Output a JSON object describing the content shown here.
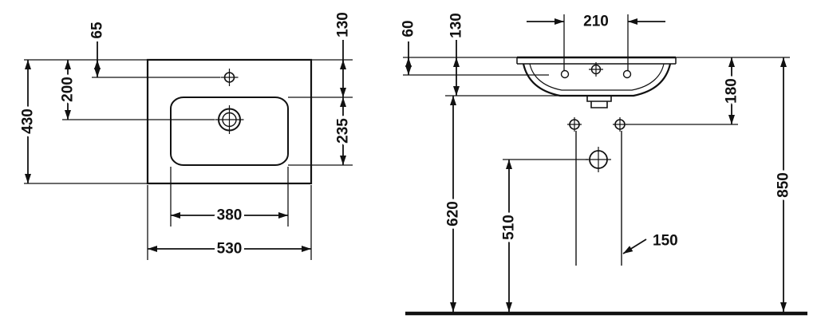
{
  "drawing": {
    "kind": "washbasin-technical-drawing",
    "colors": {
      "line": "#111111",
      "background": "#ffffff"
    }
  },
  "top_view": {
    "dims": {
      "overall_depth": "430",
      "tap_hole_offset": "65",
      "drain_center_offset": "200",
      "bowl_back_offset": "130",
      "bowl_depth": "235",
      "bowl_width": "380",
      "overall_width": "530"
    }
  },
  "front_view": {
    "dims": {
      "rim_edge_height": "60",
      "basin_body_height": "130",
      "tap_hole_spacing": "210",
      "fixing_hole_drop": "180",
      "rim_height_from_floor": "850",
      "underside_height": "620",
      "drain_trap_height": "510",
      "outlet_offset": "150"
    }
  }
}
